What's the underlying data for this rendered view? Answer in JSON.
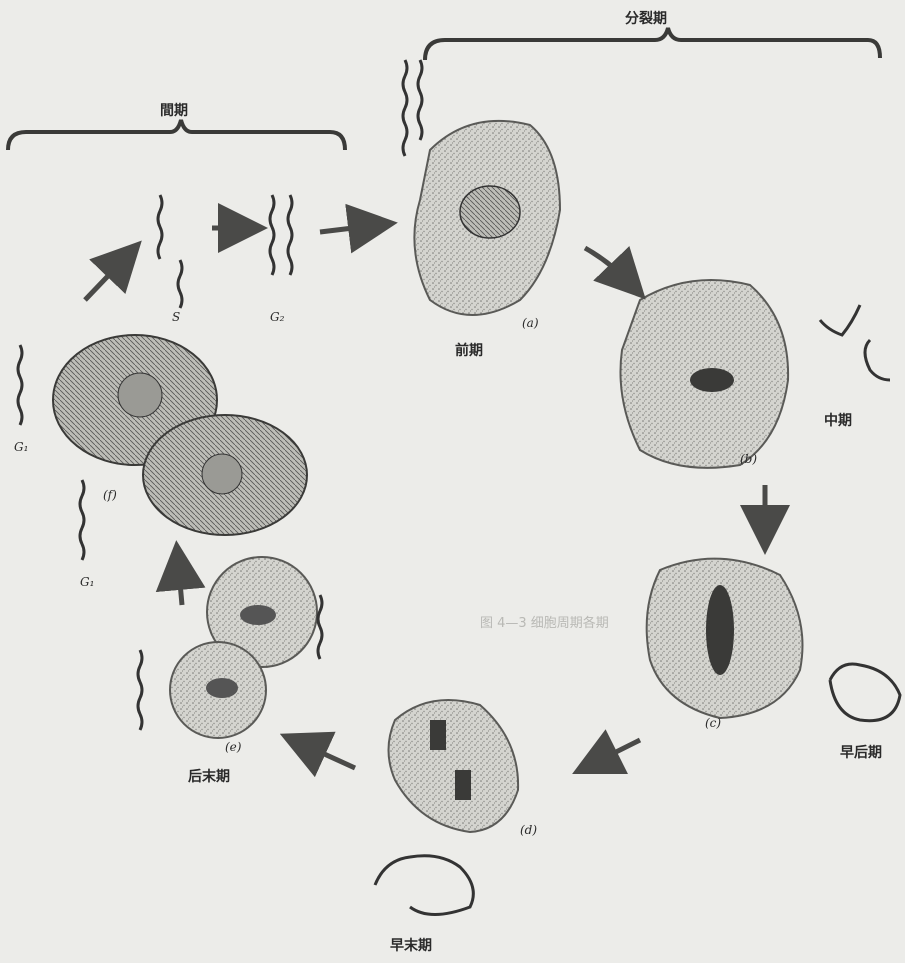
{
  "phases": {
    "division": "分裂期",
    "interphase": "間期",
    "prophase": "前期",
    "metaphase": "中期",
    "early_anaphase": "早后期",
    "late_anaphase": "早末期",
    "telophase": "后末期"
  },
  "panels": {
    "a": "(a)",
    "b": "(b)",
    "c": "(c)",
    "d": "(d)",
    "e": "(e)",
    "f": "(f)"
  },
  "dna_labels": {
    "s": "S",
    "g2": "G₂",
    "g1": "G₁",
    "g1_left": "G₁"
  },
  "background_text": {
    "caption": "图 4—3  细胞周期各期"
  },
  "colors": {
    "ink": "#2a2a2a",
    "paper": "#ecece9",
    "cell_fill": "#cfcfca"
  }
}
